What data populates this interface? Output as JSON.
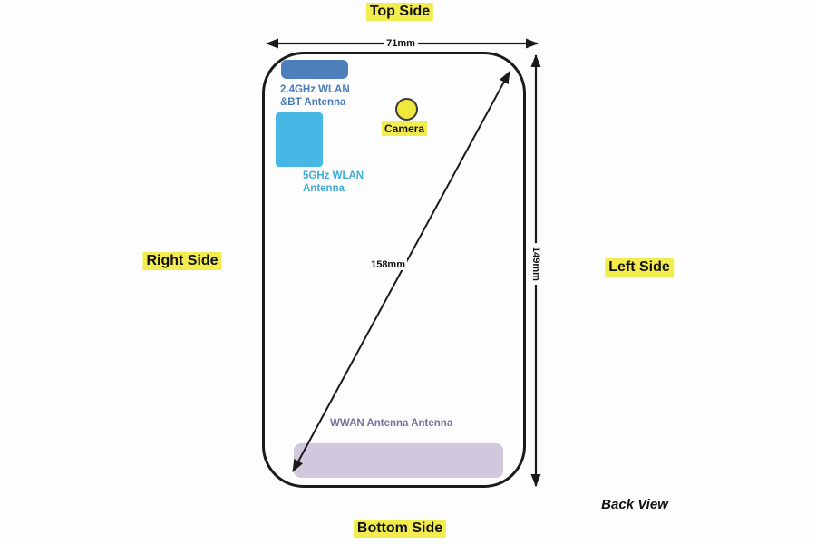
{
  "diagram": {
    "view_title": "Back View",
    "side_labels": {
      "top": "Top Side",
      "bottom": "Bottom Side",
      "right": "Right Side",
      "left": "Left Side"
    },
    "dimensions": {
      "width": "71mm",
      "height": "149mm",
      "diagonal": "158mm"
    },
    "components": {
      "wlan_bt_antenna": "2.4GHz WLAN\n&BT Antenna",
      "wlan5_antenna": "5GHz WLAN\nAntenna",
      "camera": "Camera",
      "wwan_antenna": "WWAN Antenna Antenna"
    },
    "colors": {
      "highlight_yellow": "#f3ec4e",
      "wlan_bt_fill": "#4d80ba",
      "wlan_bt_text": "#4a7cb8",
      "wlan5_fill": "#47b8e6",
      "wlan5_text": "#3fadd8",
      "camera_fill": "#f0e83c",
      "wwan_fill": "#d0c8dc",
      "wwan_text": "#7d6f9b",
      "line_black": "#1a1a1a"
    }
  }
}
